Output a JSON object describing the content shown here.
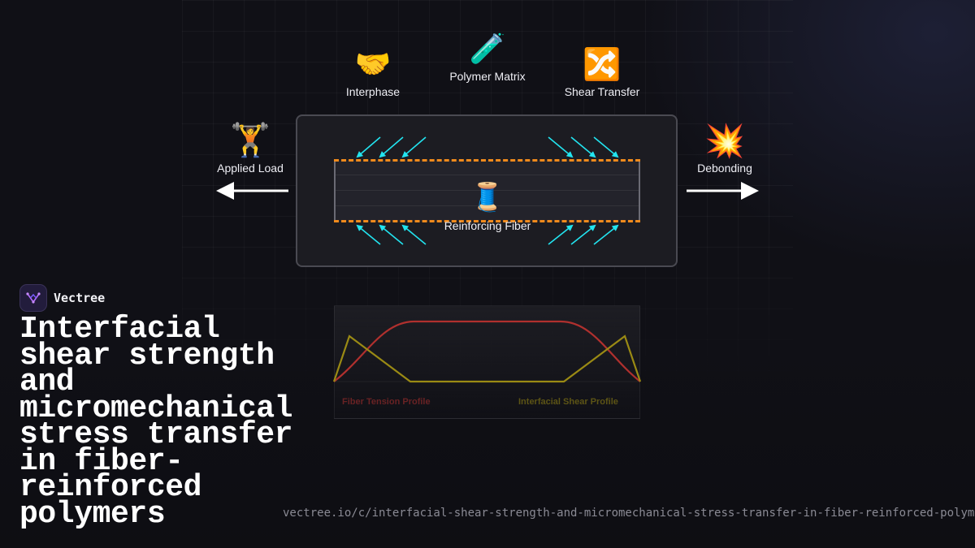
{
  "diagram": {
    "labels": {
      "interphase": "Interphase",
      "polymer_matrix": "Polymer Matrix",
      "shear_transfer": "Shear Transfer",
      "applied_load": "Applied Load",
      "debonding": "Debonding",
      "reinforcing_fiber": "Reinforcing Fiber"
    },
    "icons": {
      "interphase": "handshake-icon",
      "polymer_matrix": "test-tube-icon",
      "shear_transfer": "shuffle-arrows-icon",
      "applied_load": "weightlifter-icon",
      "debonding": "collision-icon",
      "reinforcing_fiber": "thread-spool-icon"
    },
    "glyphs": {
      "interphase": "🤝",
      "polymer_matrix": "🧪",
      "shear_transfer": "🔀",
      "applied_load": "🏋",
      "debonding": "💥",
      "reinforcing_fiber": "🧵"
    },
    "colors": {
      "shear_arrows": "#22e4f0",
      "interface_dashes": "#f08a1c",
      "tension_curve": "#b0302e",
      "shear_curve": "#9a8a14"
    },
    "profile_legend": {
      "tension": "Fiber Tension Profile",
      "shear": "Interfacial Shear Profile"
    }
  },
  "brand": {
    "name": "Vectree"
  },
  "title": "Interfacial shear strength and micromechanical stress transfer in fiber-reinforced polymers",
  "url": "vectree.io/c/interfacial-shear-strength-and-micromechanical-stress-transfer-in-fiber-reinforced-polymers"
}
